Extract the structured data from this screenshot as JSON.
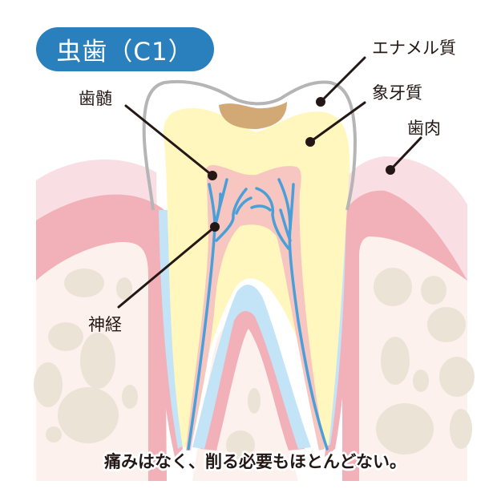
{
  "title": "虫歯（C1）",
  "labels": {
    "enamel": "エナメル質",
    "dentin": "象牙質",
    "gum": "歯肉",
    "pulp": "歯髄",
    "nerve": "神経"
  },
  "caption": "痛みはなく、削る必要もほとんどない。",
  "colors": {
    "title_bg": "#2a7fbd",
    "enamel_outline": "#b5b5b6",
    "dentin": "#fff7bd",
    "pulp": "#f7c6c0",
    "nerve": "#4a9fd8",
    "cementum": "#c3e3f6",
    "gum_outer": "#f9dfe3",
    "gum_inner": "#f2b0b9",
    "bone": "#fcf1ed",
    "bone_spots": "#ebe3d6",
    "caries": "#d2a975",
    "leader_line": "#231815"
  }
}
